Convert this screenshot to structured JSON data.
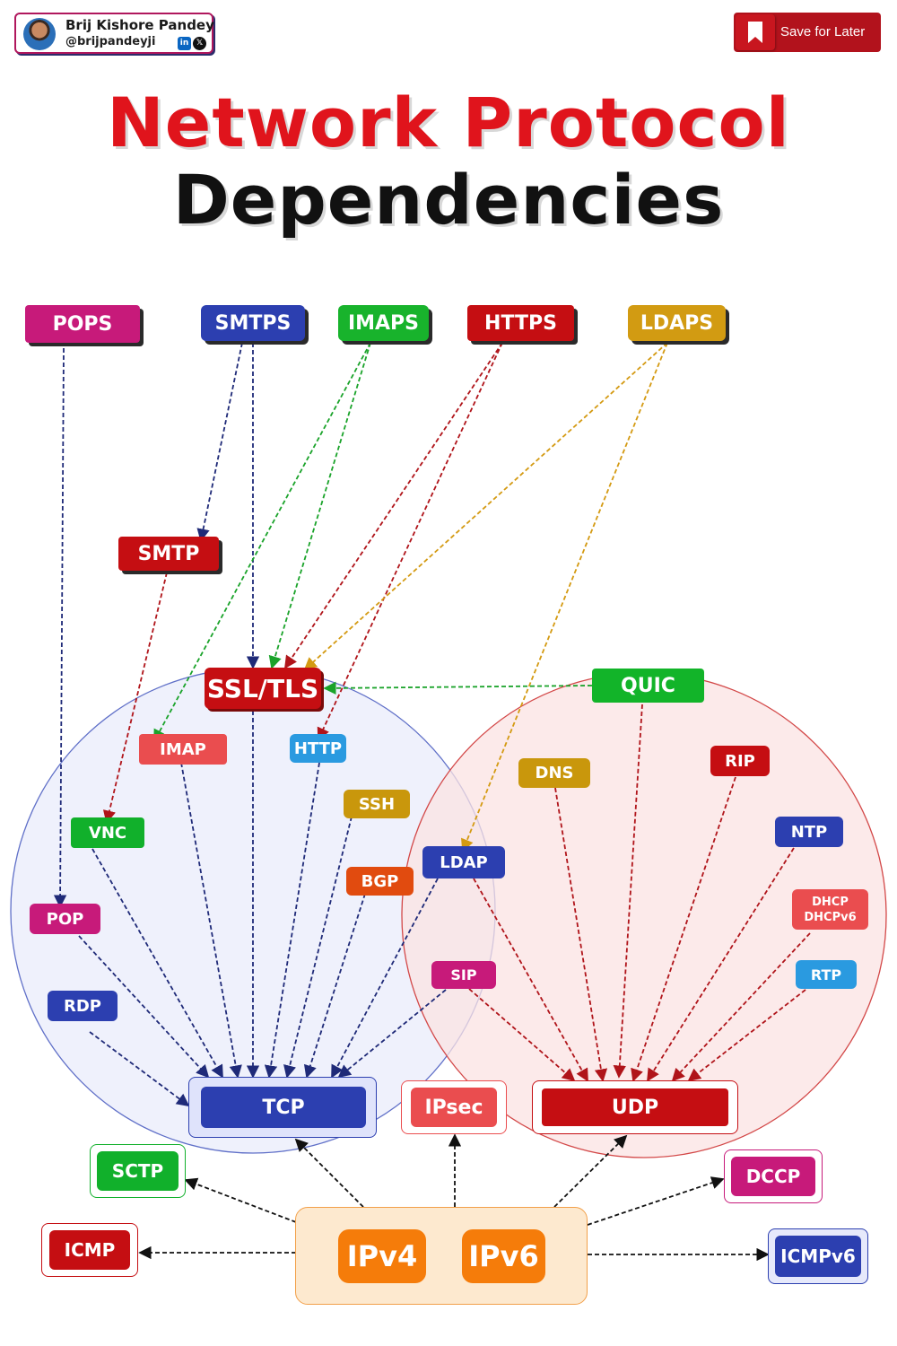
{
  "author": {
    "name": "Brij Kishore Pandey",
    "handle": "@brijpandeyji",
    "linkedin_icon_text": "in",
    "x_icon_text": "𝕏"
  },
  "save": {
    "label": "Save for Later"
  },
  "title": {
    "line1": "Network Protocol",
    "line2": "Dependencies"
  },
  "colors": {
    "title_red": "#e0141c",
    "tcp_circle_fill": "#e9ecfb",
    "udp_circle_fill": "#fbe3e3",
    "tcp_blue": "#2b44b8",
    "udp_red": "#c00e12",
    "ip_orange": "#f57c0a"
  },
  "protocols": {
    "pops": "POPS",
    "smtps": "SMTPS",
    "imaps": "IMAPS",
    "https": "HTTPS",
    "ldaps": "LDAPS",
    "smtp": "SMTP",
    "ssl_tls": "SSL/TLS",
    "quic": "QUIC",
    "imap": "IMAP",
    "http": "HTTP",
    "ssh": "SSH",
    "vnc": "VNC",
    "bgp": "BGP",
    "pop": "POP",
    "rdp": "RDP",
    "ldap": "LDAP",
    "sip": "SIP",
    "dns": "DNS",
    "rip": "RIP",
    "ntp": "NTP",
    "dhcp": "DHCP",
    "dhcpv6": "DHCPv6",
    "rtp": "RTP",
    "tcp": "TCP",
    "ipsec": "IPsec",
    "udp": "UDP",
    "sctp": "SCTP",
    "dccp": "DCCP",
    "icmp": "ICMP",
    "icmpv6": "ICMPv6",
    "ipv4": "IPv4",
    "ipv6": "IPv6"
  },
  "dependencies": [
    [
      "POPS",
      "POP"
    ],
    [
      "SMTPS",
      "SMTP"
    ],
    [
      "SMTPS",
      "SSL/TLS"
    ],
    [
      "IMAPS",
      "IMAP"
    ],
    [
      "IMAPS",
      "SSL/TLS"
    ],
    [
      "HTTPS",
      "HTTP"
    ],
    [
      "HTTPS",
      "SSL/TLS"
    ],
    [
      "LDAPS",
      "LDAP"
    ],
    [
      "LDAPS",
      "SSL/TLS"
    ],
    [
      "SMTP",
      "VNC"
    ],
    [
      "QUIC",
      "SSL/TLS"
    ],
    [
      "QUIC",
      "UDP"
    ],
    [
      "SSL/TLS",
      "TCP"
    ],
    [
      "IMAP",
      "TCP"
    ],
    [
      "HTTP",
      "TCP"
    ],
    [
      "SSH",
      "TCP"
    ],
    [
      "VNC",
      "TCP"
    ],
    [
      "BGP",
      "TCP"
    ],
    [
      "POP",
      "TCP"
    ],
    [
      "RDP",
      "TCP"
    ],
    [
      "LDAP",
      "TCP"
    ],
    [
      "SIP",
      "TCP"
    ],
    [
      "LDAP",
      "UDP"
    ],
    [
      "SIP",
      "UDP"
    ],
    [
      "DNS",
      "UDP"
    ],
    [
      "RIP",
      "UDP"
    ],
    [
      "NTP",
      "UDP"
    ],
    [
      "DHCP/DHCPv6",
      "UDP"
    ],
    [
      "RTP",
      "UDP"
    ],
    [
      "IP",
      "TCP"
    ],
    [
      "IP",
      "IPsec"
    ],
    [
      "IP",
      "UDP"
    ],
    [
      "IP",
      "SCTP"
    ],
    [
      "IP",
      "DCCP"
    ],
    [
      "IP",
      "ICMP"
    ],
    [
      "IP",
      "ICMPv6"
    ]
  ]
}
